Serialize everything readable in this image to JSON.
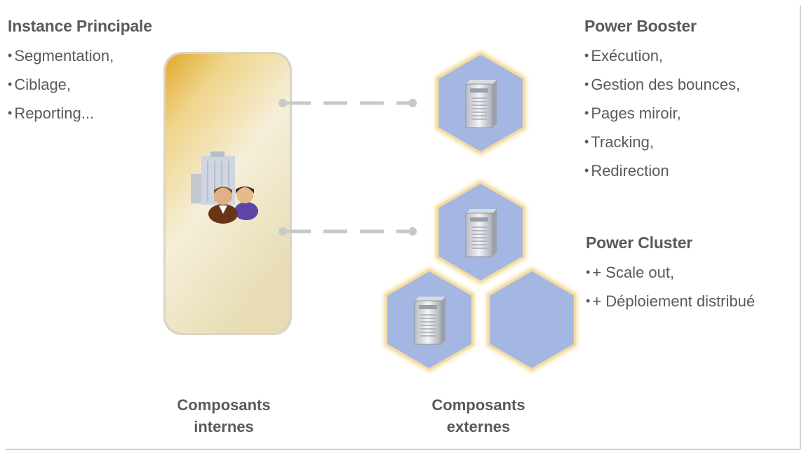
{
  "instance": {
    "title": "Instance Principale",
    "items": [
      "Segmentation,",
      "Ciblage,",
      "Reporting..."
    ]
  },
  "booster": {
    "title": "Power Booster",
    "items": [
      "Exécution,",
      "Gestion des bounces,",
      "Pages miroir,",
      "Tracking,",
      "Redirection"
    ]
  },
  "cluster": {
    "title": "Power Cluster",
    "items": [
      "+ Scale out,",
      "+ Déploiement distribué"
    ]
  },
  "captions": {
    "internal": [
      "Composants",
      "internes"
    ],
    "external": [
      "Composants",
      "externes"
    ]
  },
  "bullet": "•",
  "colors": {
    "hexagon_fill": "#a4b6e2",
    "hexagon_glow": "#f6e0a8",
    "panel_top": "#e6b43c",
    "panel_bottom": "#f2ecd8",
    "connector": "#c8c8c8",
    "text": "#5a5a5a"
  }
}
